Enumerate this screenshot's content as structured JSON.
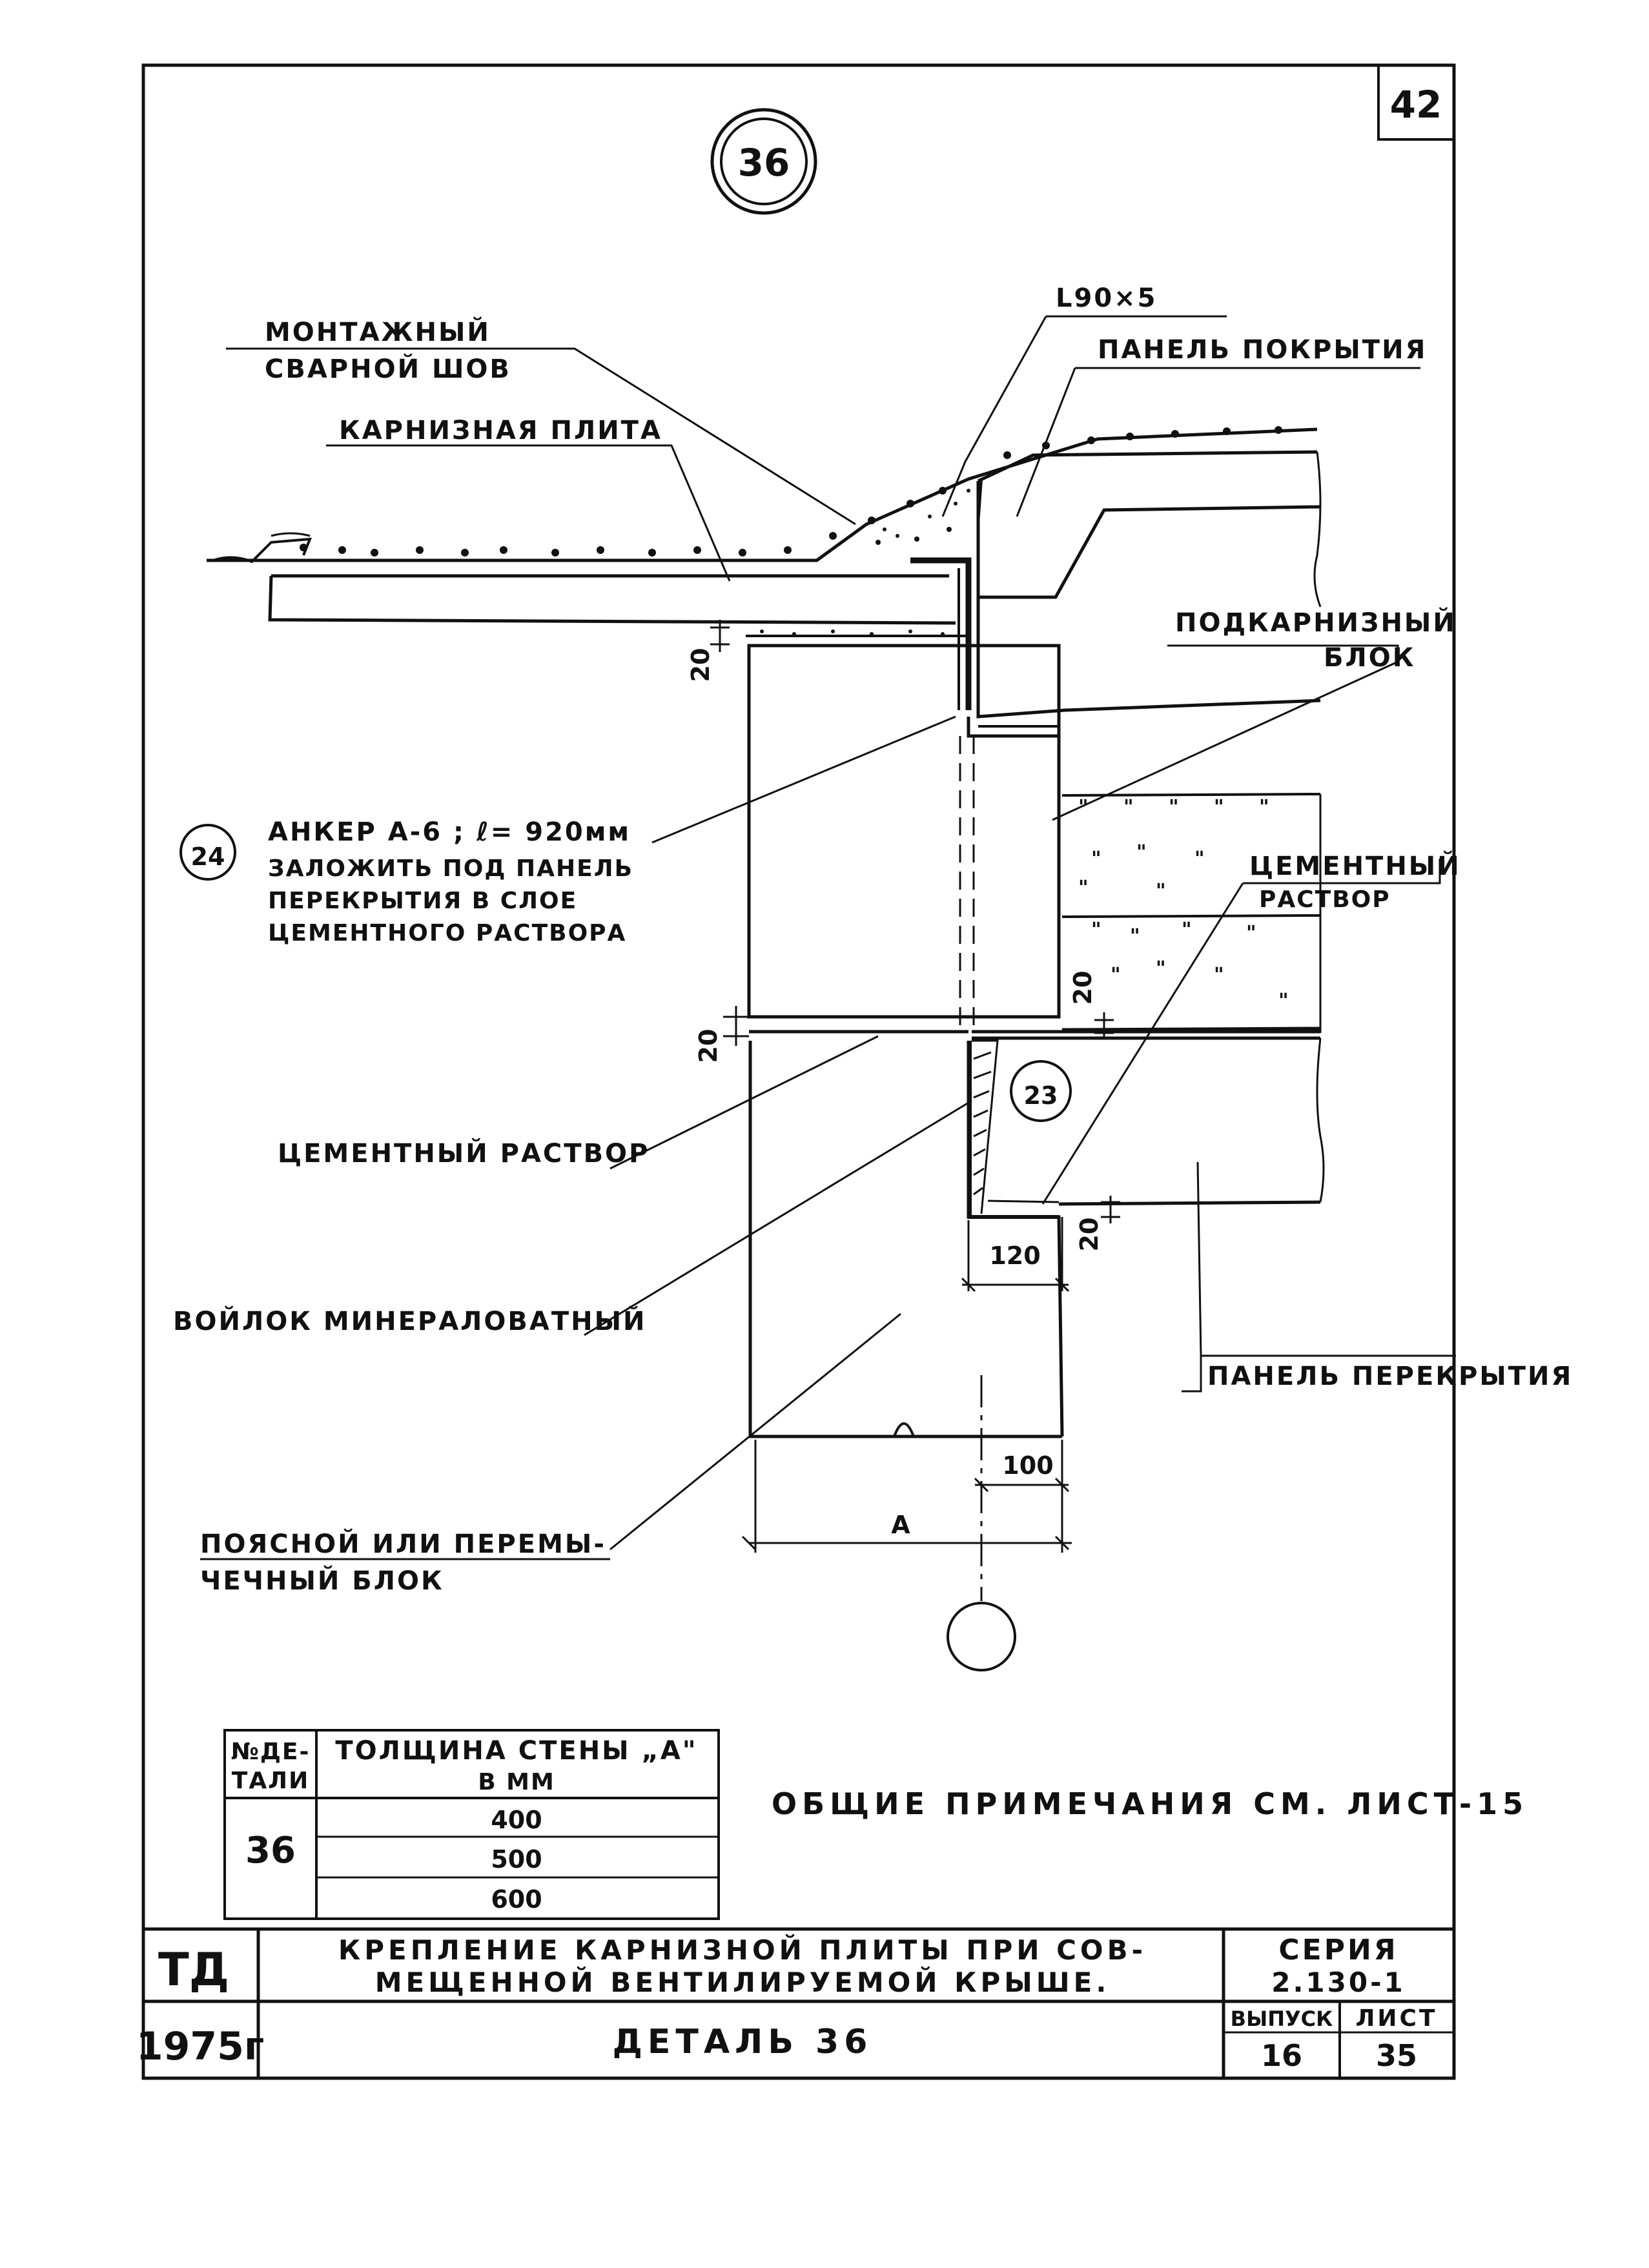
{
  "page_number": "42",
  "detail_circle_label": "36",
  "labels": {
    "weld": [
      "МОНТАЖНЫЙ",
      "СВАРНОЙ ШОВ"
    ],
    "angle": "L90×5",
    "roof_panel": "ПАНЕЛЬ ПОКРЫТИЯ",
    "cornice_slab": "КАРНИЗНАЯ ПЛИТА",
    "under_cornice_block": [
      "ПОДКАРНИЗНЫЙ",
      "БЛОК"
    ],
    "anchor_ref": "24",
    "anchor": [
      "АНКЕР А-6 ; ℓ= 920мм",
      "ЗАЛОЖИТЬ ПОД ПАНЕЛЬ",
      "ПЕРЕКРЫТИЯ В СЛОЕ",
      "ЦЕМЕНТНОГО РАСТВОРА"
    ],
    "cement_mortar_right": [
      "ЦЕМЕНТНЫЙ",
      "РАСТВОР"
    ],
    "ref_23": "23",
    "cement_mortar_left": "ЦЕМЕНТНЫЙ РАСТВОР",
    "felt": "ВОЙЛОК МИНЕРАЛОВАТНЫЙ",
    "floor_panel": "ПАНЕЛЬ ПЕРЕКРЫТИЯ",
    "belt_block": [
      "ПОЯСНОЙ ИЛИ ПЕРЕМЫ-",
      "ЧЕЧНЫЙ БЛОК"
    ]
  },
  "dimensions": {
    "d20_top": "20",
    "d20_mid_left": "20",
    "d20_mid_right": "20",
    "d20_bottom_right": "20",
    "d120": "120",
    "d100": "100",
    "A": "А"
  },
  "wall_table": {
    "header_detail": [
      "№ДЕ-",
      "ТАЛИ"
    ],
    "header_thickness": [
      "ТОЛЩИНА СТЕНЫ „А\"",
      "В ММ"
    ],
    "detail": "36",
    "rows": [
      "400",
      "500",
      "600"
    ]
  },
  "general_notes": "ОБЩИЕ ПРИМЕЧАНИЯ СМ. ЛИСТ-15",
  "title_block": {
    "org": "ТД",
    "title": [
      "КРЕПЛЕНИЕ КАРНИЗНОЙ ПЛИТЫ ПРИ СОВ-",
      "МЕЩЕННОЙ ВЕНТИЛИРУЕМОЙ КРЫШЕ."
    ],
    "series_label": "СЕРИЯ",
    "series": "2.130-1",
    "year": "1975г",
    "detail_title": "ДЕТАЛЬ 36",
    "issue_label": "ВЫПУСК",
    "issue": "16",
    "sheet_label": "ЛИСТ",
    "sheet": "35"
  }
}
